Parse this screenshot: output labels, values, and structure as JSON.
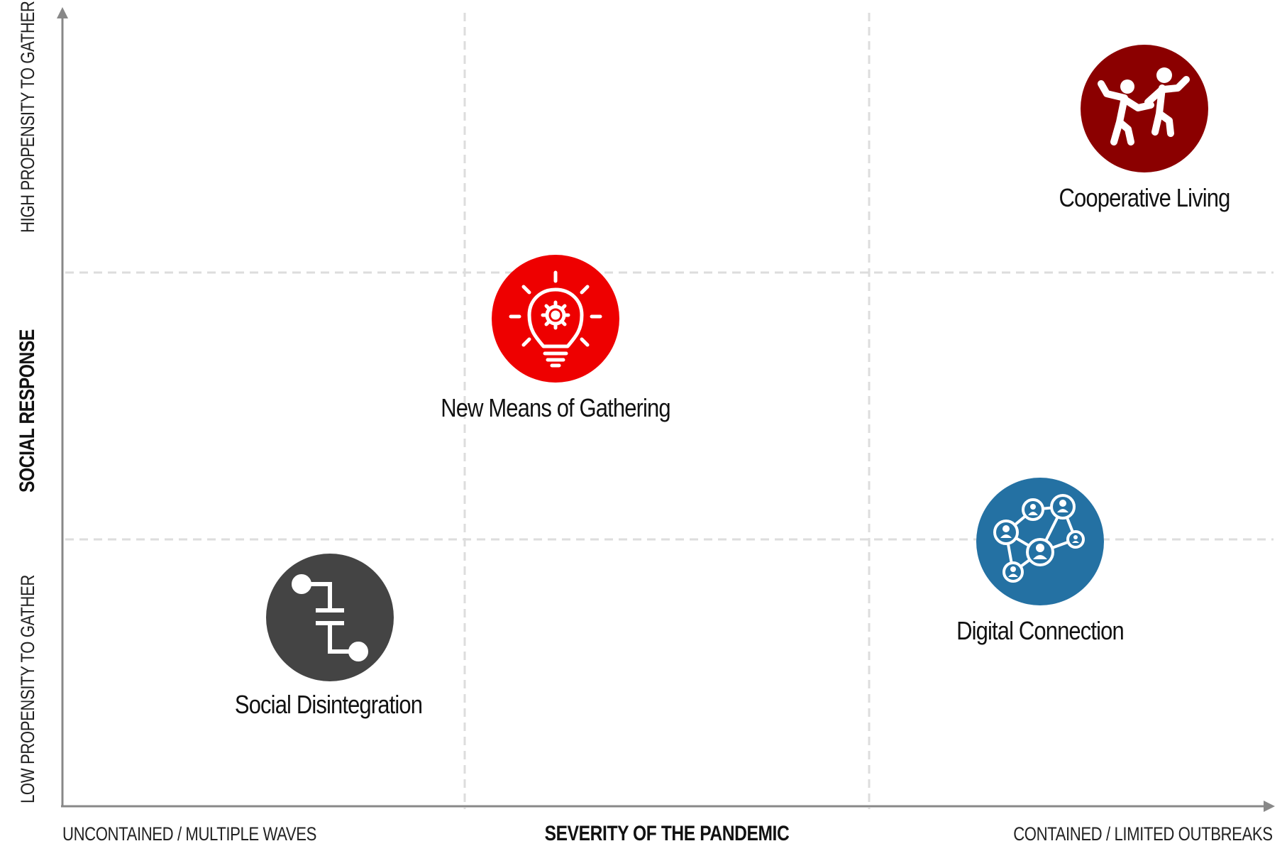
{
  "axes": {
    "x_title": "SEVERITY OF THE PANDEMIC",
    "x_left": "UNCONTAINED / MULTIPLE WAVES",
    "x_right": "CONTAINED / LIMITED OUTBREAKS",
    "y_title": "SOCIAL RESPONSE",
    "y_top": "HIGH PROPENSITY TO GATHER",
    "y_bottom": "LOW PROPENSITY TO GATHER"
  },
  "scenarios": [
    {
      "id": "cooperative",
      "label": "Cooperative Living",
      "color": "#8b0000",
      "icon": "people-dancing-icon"
    },
    {
      "id": "gathering",
      "label": "New Means of Gathering",
      "color": "#ee0000",
      "icon": "lightbulb-gear-icon"
    },
    {
      "id": "digital",
      "label": "Digital Connection",
      "color": "#2471a3",
      "icon": "network-people-icon"
    },
    {
      "id": "disintegration",
      "label": "Social Disintegration",
      "color": "#444444",
      "icon": "disconnected-plug-icon"
    }
  ],
  "colors": {
    "axis": "#888888",
    "grid": "#dddddd"
  }
}
